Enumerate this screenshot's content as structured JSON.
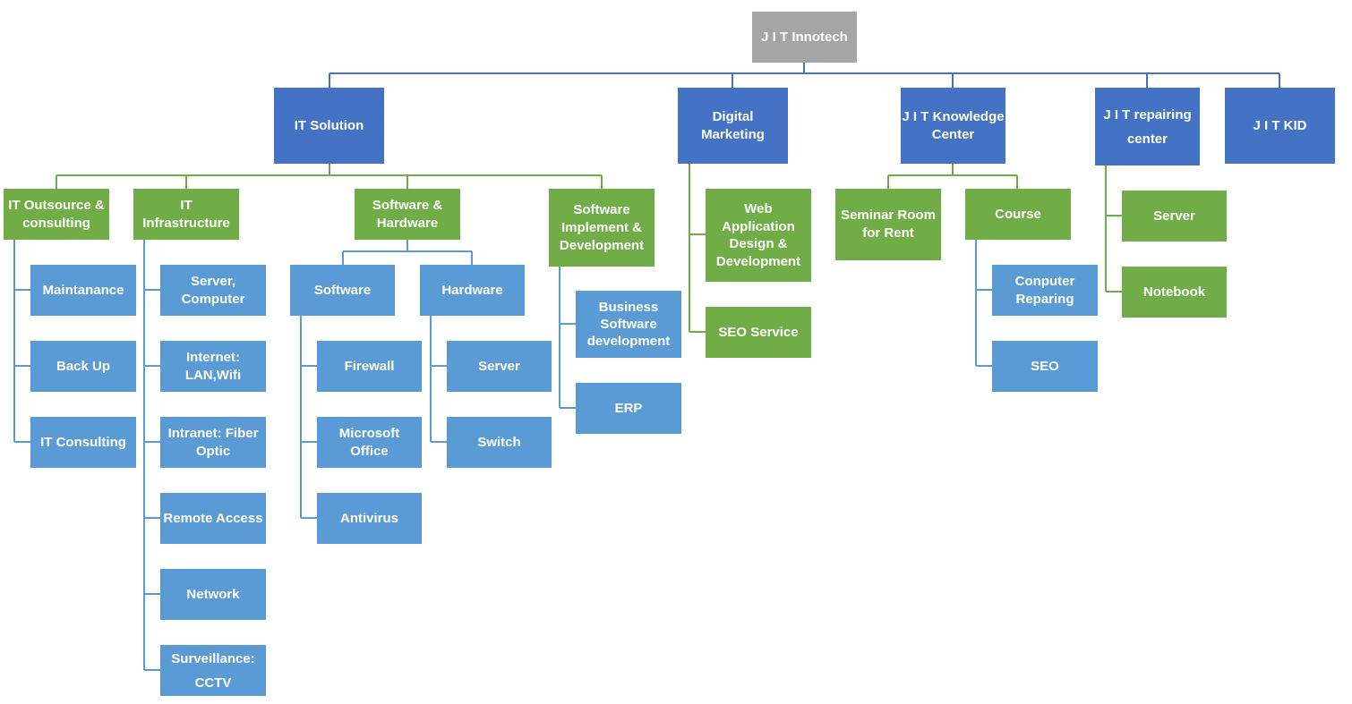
{
  "colors": {
    "root": "#a5a5a5",
    "division": "#4472c4",
    "group": "#70ad47",
    "item": "#5b9bd5",
    "blue_line": "#4472c4",
    "green_line": "#70ad47",
    "light_line": "#5b9bd5"
  },
  "root": {
    "label": "J I T Innotech"
  },
  "divisions": {
    "it_solution": "IT Solution",
    "digital_marketing": "Digital\nMarketing",
    "knowledge_center": "J I T Knowledge\nCenter",
    "repairing_center": "J I T repairing\ncenter",
    "kid": "J I T KID"
  },
  "groups": {
    "outsource": "IT Outsource &\nconsulting",
    "infrastructure": "IT\nInfrastructure",
    "software_hardware": "Software &\nHardware",
    "implement": "Software\nImplement &\nDevelopment",
    "web_app": "Web\nApplication\nDesign &\nDevelopment",
    "seo_service": "SEO Service",
    "seminar": "Seminar Room\nfor Rent",
    "course": "Course",
    "repair_server": "Server",
    "notebook": "Notebook"
  },
  "items": {
    "maintanance": "Maintanance",
    "backup": "Back Up",
    "it_consulting": "IT Consulting",
    "server_computer": "Server,\nComputer",
    "internet": "Internet:\nLAN,Wifi",
    "intranet": "Intranet: Fiber\nOptic",
    "remote": "Remote Access",
    "network": "Network",
    "cctv": "Surveillance:\nCCTV",
    "software": "Software",
    "hardware": "Hardware",
    "firewall": "Firewall",
    "ms_office": "Microsoft\nOffice",
    "antivirus": "Antivirus",
    "hw_server": "Server",
    "switch": "Switch",
    "business_sw": "Business\nSoftware\ndevelopment",
    "erp": "ERP",
    "computer_repair": "Conputer\nReparing",
    "seo": "SEO"
  }
}
